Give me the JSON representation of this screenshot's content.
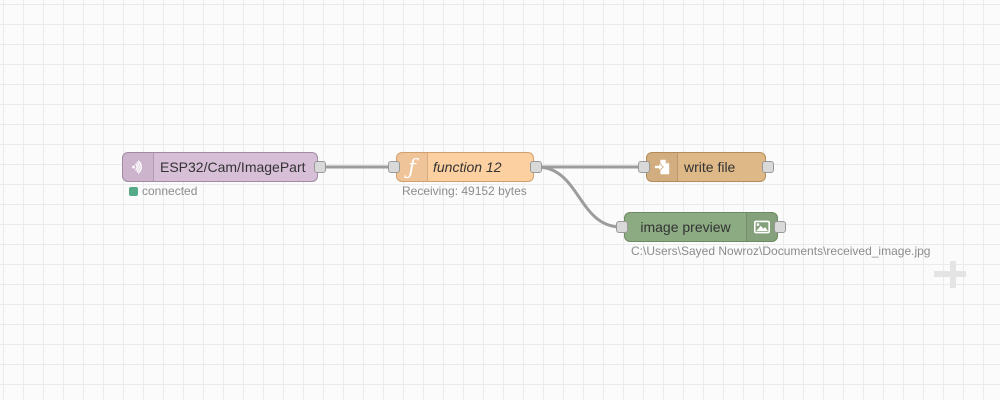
{
  "editor": {
    "type": "node-red-flow-canvas",
    "background_color": "#fbfbfb",
    "grid_line_color": "#ebebeb",
    "wire_color": "#9c9c9c",
    "port_fill_color": "#d9d9d9",
    "port_border_color": "#999999",
    "node_label_color": "#333333",
    "status_text_color": "#8c8c8c"
  },
  "nodes": [
    {
      "id": "mqtt-in",
      "label": "ESP32/Cam/ImagePart",
      "icon": "wifi-signal-icon",
      "color": "#d8bfd8",
      "border_color": "#a28aa2",
      "ports": {
        "inputs": 0,
        "outputs": 1
      },
      "status": {
        "indicator": "dot",
        "indicator_color": "#55aa88",
        "text": "connected"
      }
    },
    {
      "id": "function-12",
      "label": "function 12",
      "icon": "function-f-icon",
      "icon_glyph": "ƒ",
      "color": "#fdd0a2",
      "border_color": "#d2a06e",
      "ports": {
        "inputs": 1,
        "outputs": 1
      },
      "status": {
        "text": "Receiving: 49152 bytes"
      }
    },
    {
      "id": "write-file",
      "label": "write file",
      "icon": "file-export-icon",
      "color": "#deb887",
      "border_color": "#b48c5a",
      "ports": {
        "inputs": 1,
        "outputs": 1
      }
    },
    {
      "id": "image-preview",
      "label": "image preview",
      "icon": "image-icon",
      "color": "#8cab83",
      "border_color": "#6e8a64",
      "ports": {
        "inputs": 1,
        "outputs": 1
      },
      "status": {
        "text": "C:\\Users\\Sayed Nowroz\\Documents\\received_image.jpg"
      }
    }
  ],
  "wires": [
    {
      "from": "ESP32/Cam/ImagePart",
      "to": "function 12"
    },
    {
      "from": "function 12",
      "to": "write file"
    },
    {
      "from": "function 12",
      "to": "image preview"
    }
  ]
}
